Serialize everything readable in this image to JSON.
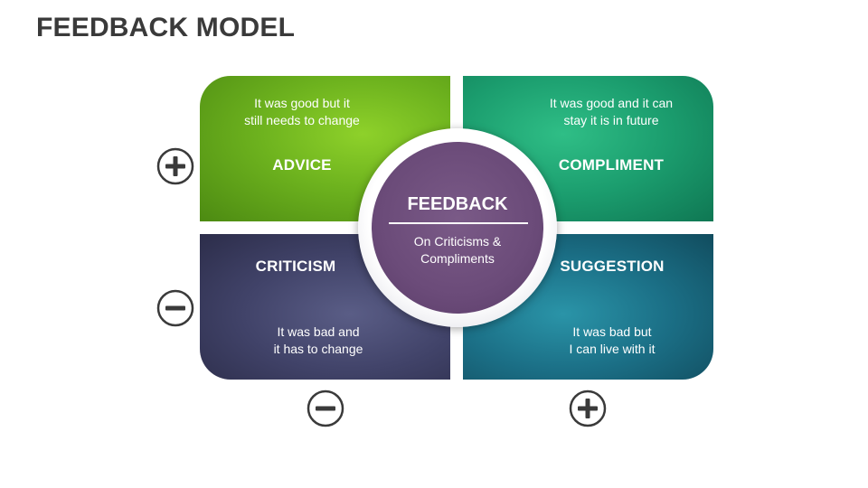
{
  "title": "FEEDBACK MODEL",
  "center": {
    "title": "FEEDBACK",
    "subtitle_line1": "On Criticisms &",
    "subtitle_line2": "Compliments"
  },
  "quadrants": {
    "advice": {
      "label": "ADVICE",
      "text_line1": "It was good but it",
      "text_line2": "still needs to change",
      "color": "#6db21e"
    },
    "compliment": {
      "label": "COMPLIMENT",
      "text_line1": "It was good and it can",
      "text_line2": "stay it is in future",
      "color": "#1b9d6e"
    },
    "criticism": {
      "label": "CRITICISM",
      "text_line1": "It was bad and",
      "text_line2": "it has to change",
      "color": "#414369"
    },
    "suggestion": {
      "label": "SUGGESTION",
      "text_line1": "It was bad but",
      "text_line2": "I can live with it",
      "color": "#1b6f86"
    }
  },
  "signs": {
    "left_top": "plus-icon",
    "left_bottom": "minus-icon",
    "bottom_left": "minus-icon",
    "bottom_right": "plus-icon",
    "color": "#3a3a3a"
  },
  "center_color": "#6b4b79"
}
